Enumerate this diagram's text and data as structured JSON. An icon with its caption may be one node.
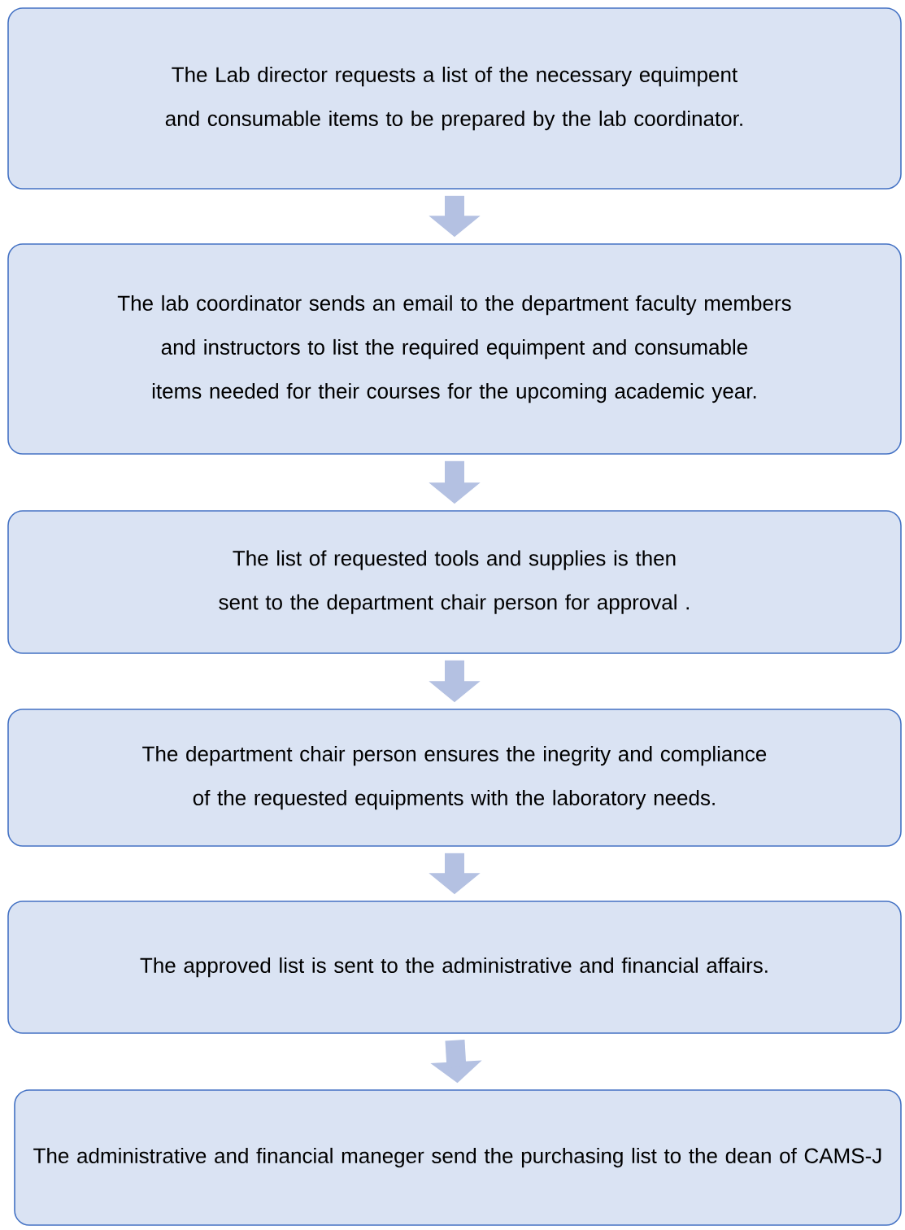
{
  "diagram": {
    "nodes": [
      {
        "text": [
          "The Lab director requests a list of the necessary equimpent and consumable items to be prepared by the lab coordinator."
        ]
      },
      {
        "text": [
          "The lab coordinator sends an email to the department faculty members and instructors to list the required equimpent and consumable items needed for their courses for the upcoming academic year."
        ]
      },
      {
        "text": [
          "The list of requested tools and supplies is then sent to the department chair person for approval ."
        ]
      },
      {
        "text": [
          "The department chair  person ensures the inegrity and compliance of the requested equipments with the laboratory needs."
        ]
      },
      {
        "text": [
          "The approved list is sent to the administrative and financial affairs."
        ]
      },
      {
        "text": [
          "The administrative and financial  maneger send the purchasing list to the dean of CAMS-J"
        ]
      }
    ],
    "edges": [
      {
        "from": 0,
        "to": 1,
        "arrow": "to"
      },
      {
        "from": 1,
        "to": 2,
        "arrow": "to"
      },
      {
        "from": 2,
        "to": 3,
        "arrow": "to"
      },
      {
        "from": 3,
        "to": 4,
        "arrow": "to"
      },
      {
        "from": 4,
        "to": 5,
        "arrow": "to"
      }
    ]
  }
}
